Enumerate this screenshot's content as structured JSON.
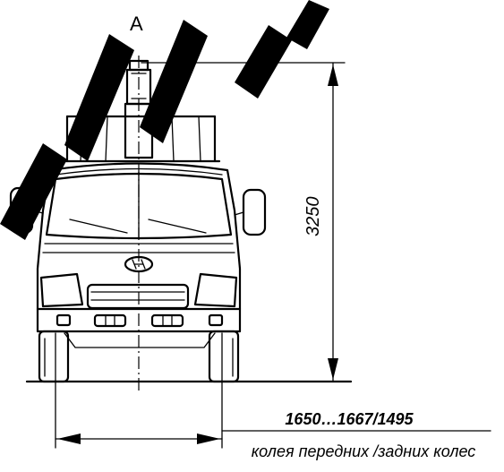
{
  "view_label": "A",
  "height_dim": "3250",
  "track_dim": "1650…1667/1495",
  "track_caption": "колея передних /задних колес",
  "colors": {
    "ink": "#000000",
    "paper": "#ffffff"
  }
}
